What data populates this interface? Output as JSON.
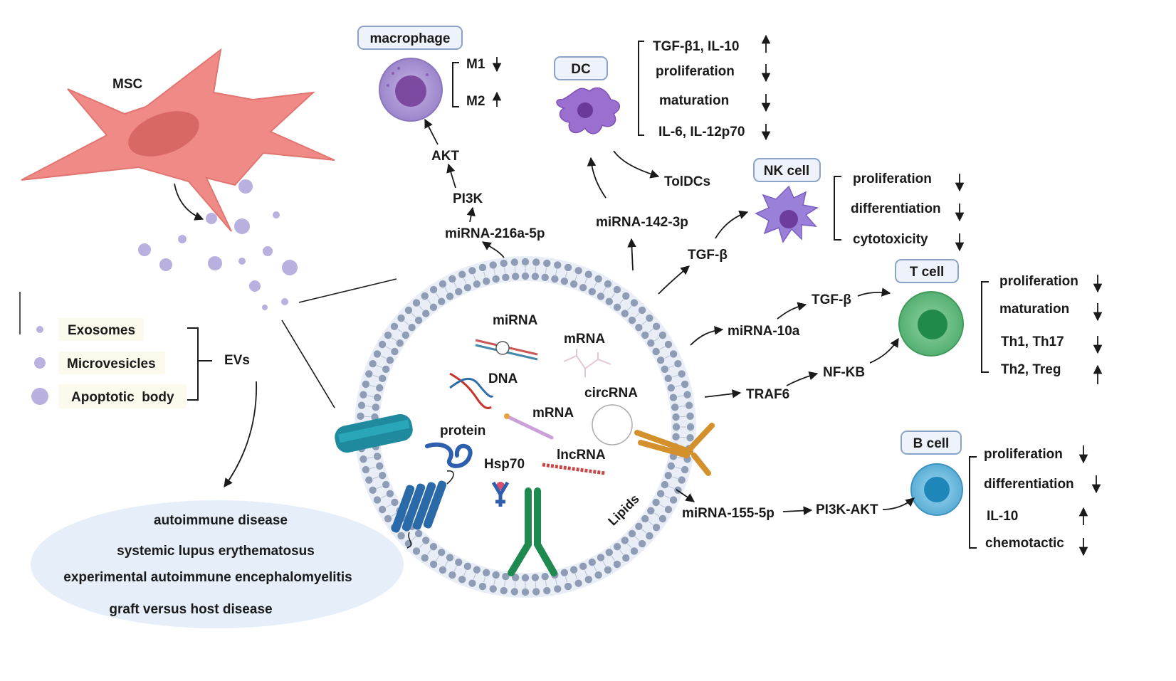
{
  "msc": {
    "label": "MSC"
  },
  "legend": {
    "items": [
      "Exosomes",
      "Microvesicles",
      "Apoptotic  body"
    ],
    "group_label": "EVs"
  },
  "diseases": {
    "title": "autoimmune disease",
    "items": [
      "systemic lupus erythematosus",
      "experimental autoimmune encephalomyelitis",
      "graft versus host disease"
    ]
  },
  "ev_cargo": {
    "mirna": "miRNA",
    "mrna_top": "mRNA",
    "dna": "DNA",
    "circrna": "circRNA",
    "mrna_mid": "mRNA",
    "protein": "protein",
    "hsp70": "Hsp70",
    "lncrna": "lncRNA",
    "lipids": "Lipids"
  },
  "macrophage": {
    "title": "macrophage",
    "path": [
      "miRNA-216a-5p",
      "PI3K",
      "AKT"
    ],
    "effects": [
      {
        "label": "M1",
        "dir": "down"
      },
      {
        "label": "M2",
        "dir": "up"
      }
    ]
  },
  "dc": {
    "title": "DC",
    "mediator": "miRNA-142-3p",
    "product": "TolDCs",
    "effects": [
      {
        "label": "TGF-β1, IL-10",
        "dir": "up"
      },
      {
        "label": "proliferation",
        "dir": "down"
      },
      {
        "label": "maturation",
        "dir": "down"
      },
      {
        "label": "IL-6, IL-12p70",
        "dir": "down"
      }
    ]
  },
  "nk": {
    "title": "NK cell",
    "mediator": "TGF-β",
    "effects": [
      {
        "label": "proliferation",
        "dir": "down"
      },
      {
        "label": "differentiation",
        "dir": "down"
      },
      {
        "label": "cytotoxicity",
        "dir": "down"
      }
    ]
  },
  "tcell": {
    "title": "T cell",
    "path1": [
      "miRNA-10a",
      "TGF-β"
    ],
    "path2": [
      "TRAF6",
      "NF-KB"
    ],
    "effects": [
      {
        "label": "proliferation",
        "dir": "down"
      },
      {
        "label": "maturation",
        "dir": "down"
      },
      {
        "label": "Th1, Th17",
        "dir": "down"
      },
      {
        "label": "Th2, Treg",
        "dir": "up"
      }
    ]
  },
  "bcell": {
    "title": "B cell",
    "path": [
      "miRNA-155-5p",
      "PI3K-AKT"
    ],
    "effects": [
      {
        "label": "proliferation",
        "dir": "down"
      },
      {
        "label": "differentiation",
        "dir": "down"
      },
      {
        "label": "IL-10",
        "dir": "up"
      },
      {
        "label": "chemotactic",
        "dir": "down"
      }
    ]
  },
  "colors": {
    "msc": "#f08a86",
    "msc_nucleus": "#d86866",
    "vesicle": "#b9b0e0",
    "membrane_head": "#8e9db5",
    "membrane_fill": "#e9eef6",
    "box_fill": "#eef3fb",
    "box_stroke": "#8aa3c8",
    "macrophage": "#a58fcf",
    "dc": "#9b6fcf",
    "nk": "#9a80d8",
    "tcell": "#5fb479",
    "bcell": "#5aaed6",
    "disease_ellipse": "#e6eef9"
  }
}
